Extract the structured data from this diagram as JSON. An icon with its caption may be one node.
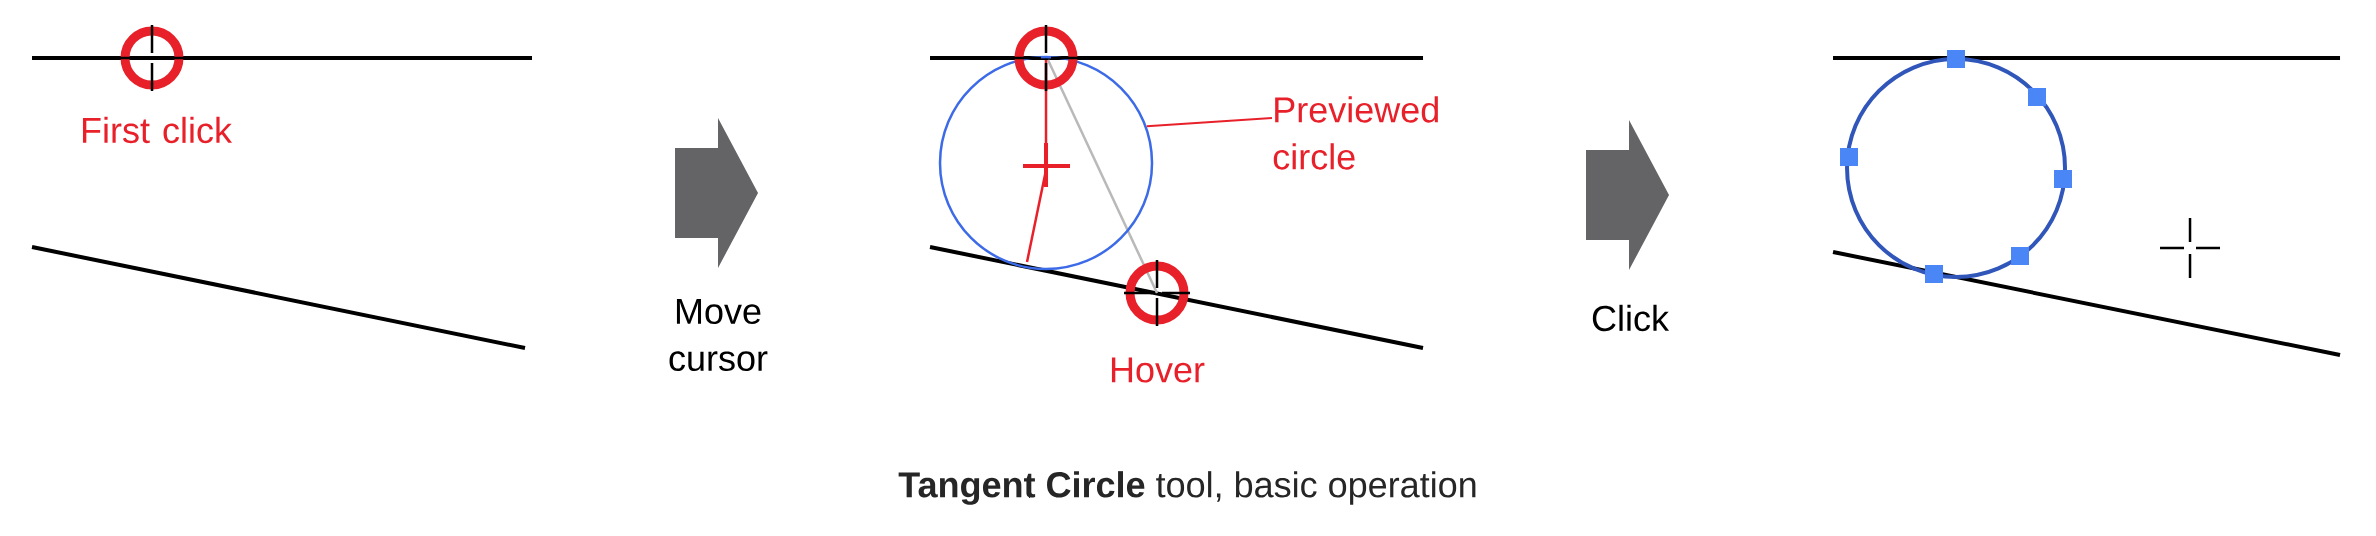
{
  "diagram": {
    "caption": "**Tangent Circle** tool, basic operation",
    "nodes": [
      {
        "text": [
          "Previewed circle"
        ]
      },
      {
        "text": [],
        "shape": "circle"
      }
    ],
    "edges": [
      {
        "from": 0,
        "to": 1,
        "arrow": "none",
        "color": "#e8202a"
      }
    ],
    "labels": [
      "First click",
      "Move cursor",
      "Hover",
      "Click"
    ]
  }
}
